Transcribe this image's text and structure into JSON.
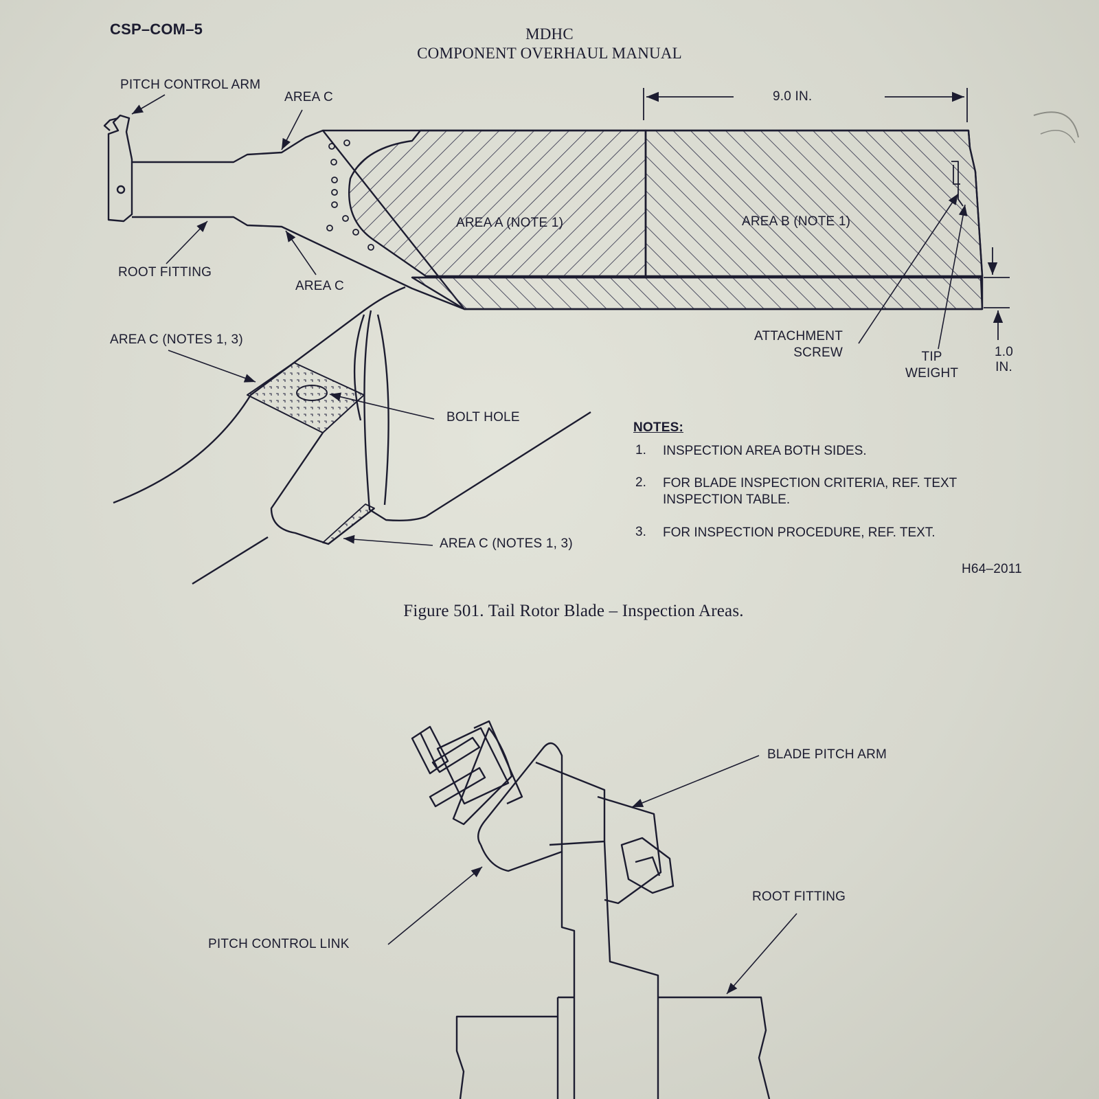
{
  "header": {
    "doc_code": "CSP–COM–5",
    "org": "MDHC",
    "manual": "COMPONENT OVERHAUL MANUAL"
  },
  "figure_501": {
    "labels": {
      "pitch_control_arm": "PITCH CONTROL ARM",
      "area_c_top": "AREA C",
      "root_fitting": "ROOT FITTING",
      "area_c_bottom": "AREA C",
      "area_a": "AREA A (NOTE 1)",
      "area_b": "AREA B (NOTE 1)",
      "dim_length": "9.0 IN.",
      "attachment_screw": "ATTACHMENT\nSCREW",
      "tip_weight": "TIP\nWEIGHT",
      "dim_width": "1.0\nIN.",
      "area_c_notes_upper": "AREA C (NOTES 1, 3)",
      "bolt_hole": "BOLT HOLE",
      "area_c_notes_lower": "AREA C (NOTES 1, 3)",
      "drawing_number": "H64–2011"
    },
    "notes_heading": "NOTES:",
    "notes": [
      {
        "num": "1.",
        "text": "INSPECTION AREA BOTH SIDES."
      },
      {
        "num": "2.",
        "text": "FOR BLADE INSPECTION CRITERIA, REF. TEXT\nINSPECTION TABLE."
      },
      {
        "num": "3.",
        "text": "FOR INSPECTION PROCEDURE, REF. TEXT."
      }
    ],
    "caption": "Figure 501. Tail Rotor Blade – Inspection Areas."
  },
  "figure_lower": {
    "labels": {
      "blade_pitch_arm": "BLADE PITCH ARM",
      "root_fitting": "ROOT FITTING",
      "pitch_control_link": "PITCH CONTROL LINK"
    }
  }
}
